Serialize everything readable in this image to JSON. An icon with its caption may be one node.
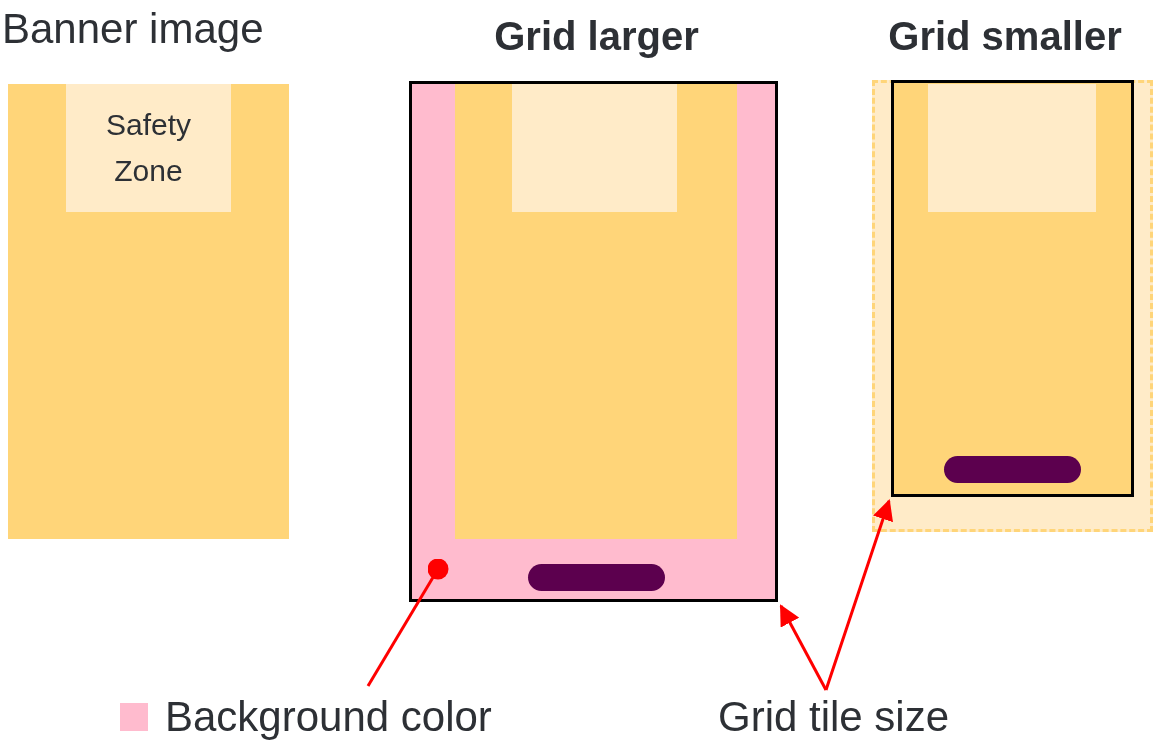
{
  "diagram": {
    "nodes": [
      {
        "text": [
          "Banner image"
        ]
      },
      {
        "text": [
          "Safety Zone"
        ],
        "in": 0
      },
      {
        "text": [
          "Grid larger"
        ]
      },
      {
        "text": [],
        "shape": "box",
        "in": 2
      },
      {
        "text": [],
        "shape": "box",
        "in": 3
      },
      {
        "text": [],
        "shape": "bar",
        "in": 2
      },
      {
        "text": [
          "Grid smaller"
        ]
      },
      {
        "text": [],
        "shape": "box",
        "in": 6
      },
      {
        "text": [],
        "shape": "box",
        "in": 7
      },
      {
        "text": [],
        "shape": "bar",
        "in": 7
      },
      {
        "text": [
          "Background color"
        ]
      },
      {
        "text": [
          "Grid tile size"
        ]
      }
    ],
    "edges": [
      {
        "from": 10,
        "to": 2,
        "arrow": "other"
      },
      {
        "from": 11,
        "to": 2,
        "arrow": "to"
      },
      {
        "from": 11,
        "to": 7,
        "arrow": "to"
      }
    ]
  }
}
